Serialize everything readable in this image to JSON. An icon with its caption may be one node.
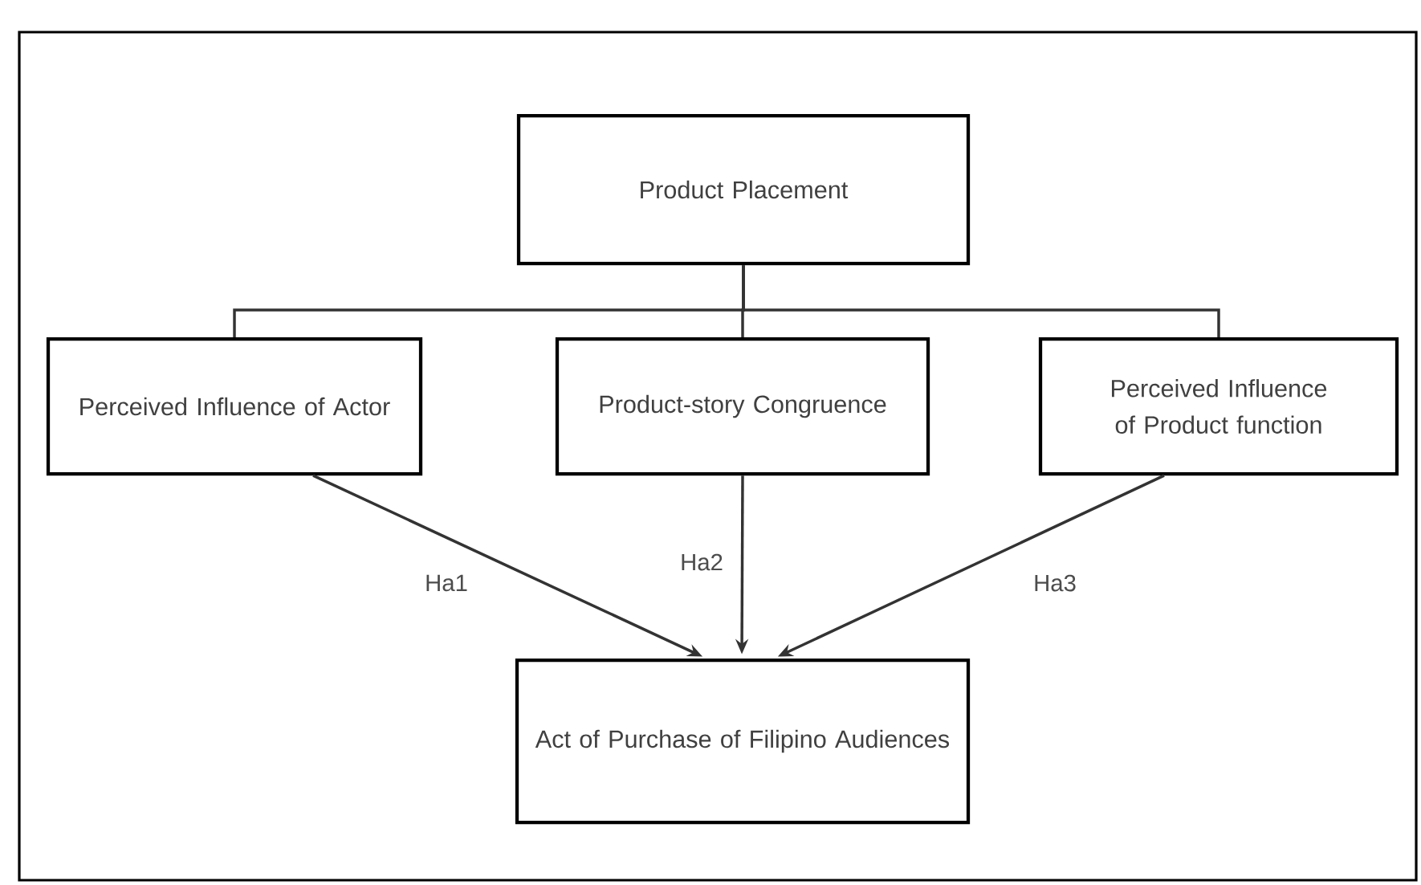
{
  "diagram": {
    "nodes": [
      {
        "text": [
          "Product Placement"
        ]
      },
      {
        "text": [
          "Perceived Influence of Actor"
        ]
      },
      {
        "text": [
          "Product-story Congruence"
        ]
      },
      {
        "text": [
          "Perceived Influence of Product function"
        ]
      },
      {
        "text": [
          "Act of Purchase of Filipino Audiences"
        ]
      }
    ],
    "edges": [
      {
        "from": 0,
        "to": 1,
        "arrow": "none"
      },
      {
        "from": 0,
        "to": 2,
        "arrow": "none"
      },
      {
        "from": 0,
        "to": 3,
        "arrow": "none"
      },
      {
        "from": 1,
        "to": 4,
        "arrow": "to",
        "label": "Ha1"
      },
      {
        "from": 2,
        "to": 4,
        "arrow": "to",
        "label": "Ha2"
      },
      {
        "from": 3,
        "to": 4,
        "arrow": "to",
        "label": "Ha3"
      }
    ]
  }
}
